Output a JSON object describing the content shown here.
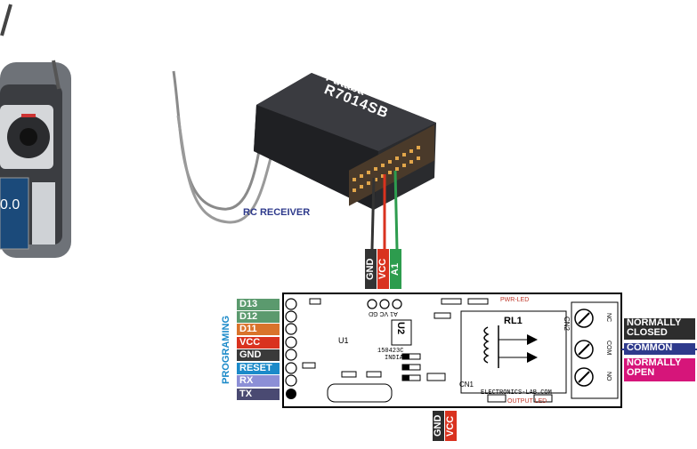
{
  "transmitter": {
    "display_value": "0.0"
  },
  "receiver": {
    "brand": "Futaba",
    "model": "R7014SB",
    "caption": "RC RECEIVER",
    "wires": [
      {
        "label": "GND",
        "color": "#333333"
      },
      {
        "label": "VCC",
        "color": "#d9321f"
      },
      {
        "label": "A1",
        "color": "#2d9c4e"
      }
    ]
  },
  "board": {
    "u1": "U1",
    "u2": "U2",
    "rl1": "RL1",
    "pwr_led": "PWR-LED",
    "output_led": "OUTPUT LED",
    "site": "ELECTRONICS-LAB.COM",
    "cn2": "CN2",
    "cn1": "CN1",
    "chip_code": "150423C",
    "chip_country": "INDIA",
    "top_header": "A1 VC GD",
    "relay_pins": [
      "NC",
      "COM",
      "NO"
    ]
  },
  "programming": {
    "title": "PROGRAMING",
    "pins": [
      {
        "label": "D13",
        "color": "#5b9a6e"
      },
      {
        "label": "D12",
        "color": "#5b9a6e"
      },
      {
        "label": "D11",
        "color": "#d9732b"
      },
      {
        "label": "VCC",
        "color": "#d9321f"
      },
      {
        "label": "GND",
        "color": "#3a3a3a"
      },
      {
        "label": "RESET",
        "color": "#1b8ac9"
      },
      {
        "label": "RX",
        "color": "#8c8fd6"
      },
      {
        "label": "TX",
        "color": "#4a4a72"
      }
    ]
  },
  "relay_outputs": [
    {
      "label": "NORMALLY CLOSED",
      "color": "#2d2d2d"
    },
    {
      "label": "COMMON",
      "color": "#2e3a8c"
    },
    {
      "label": "NORMALLY OPEN",
      "color": "#d6157a"
    }
  ],
  "power": [
    {
      "label": "GND",
      "color": "#2d2d2d"
    },
    {
      "label": "VCC",
      "color": "#d9321f"
    }
  ]
}
